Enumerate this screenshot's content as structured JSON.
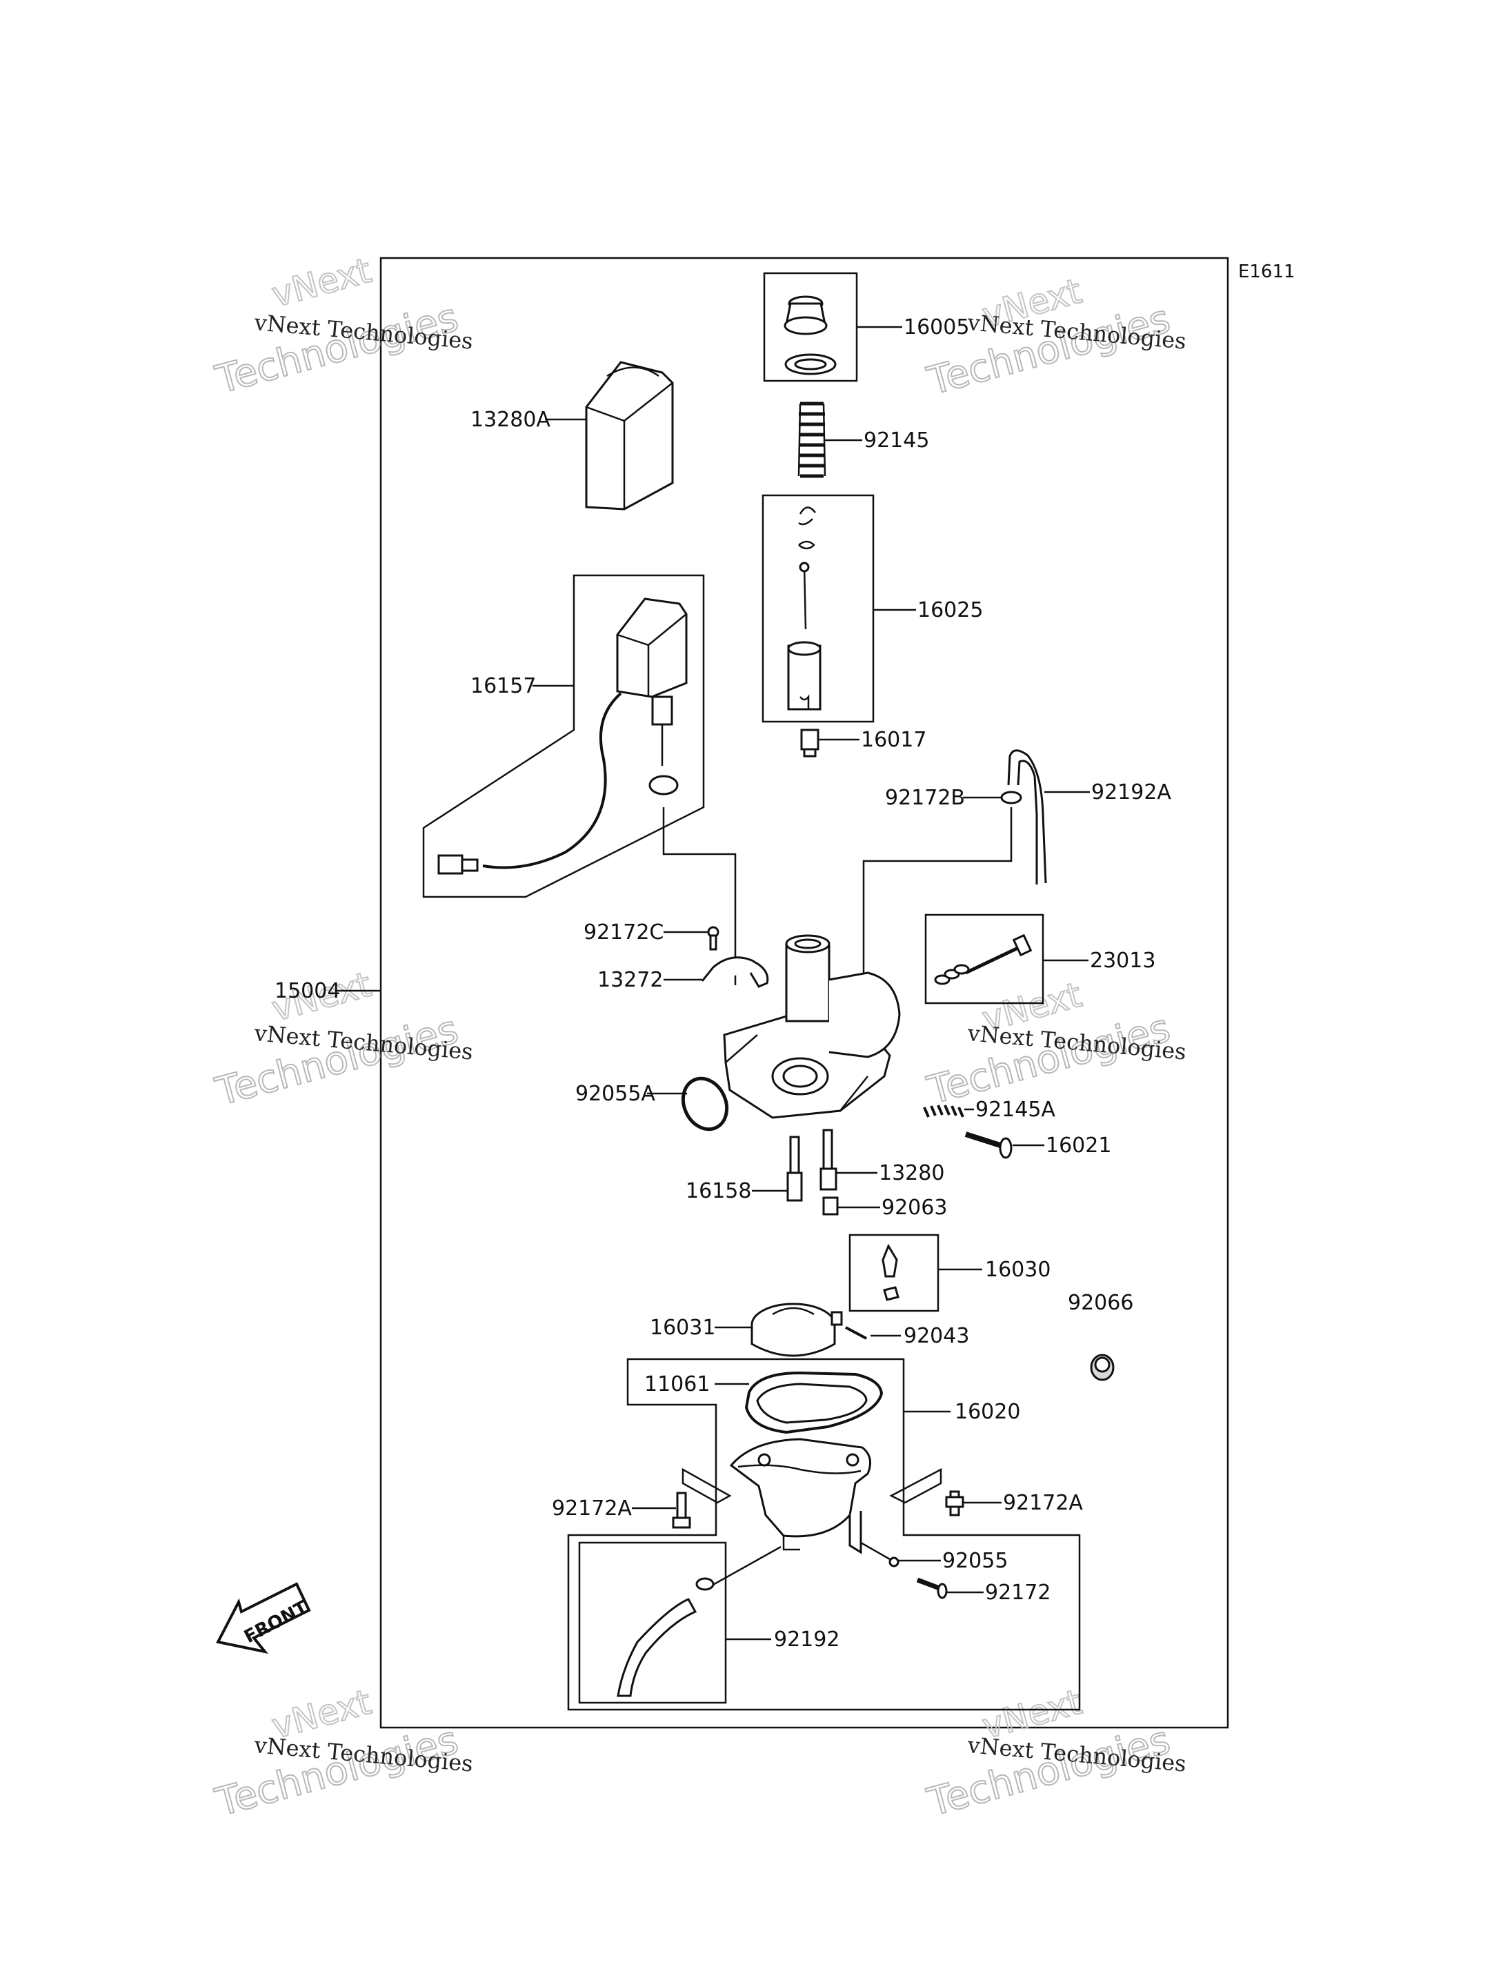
{
  "diagram": {
    "reference_code": "E1611",
    "front_label": "FRONT",
    "watermark": {
      "line1": "vNext Technologies",
      "line2": "Technologies",
      "line3": "vNext"
    },
    "parts": [
      {
        "id": "p16005",
        "number": "16005"
      },
      {
        "id": "p92145",
        "number": "92145"
      },
      {
        "id": "p13280A",
        "number": "13280A"
      },
      {
        "id": "p16025",
        "number": "16025"
      },
      {
        "id": "p16157",
        "number": "16157"
      },
      {
        "id": "p16017",
        "number": "16017"
      },
      {
        "id": "p92172B",
        "number": "92172B"
      },
      {
        "id": "p92192A",
        "number": "92192A"
      },
      {
        "id": "p92172C",
        "number": "92172C"
      },
      {
        "id": "p13272",
        "number": "13272"
      },
      {
        "id": "p15004",
        "number": "15004"
      },
      {
        "id": "p23013",
        "number": "23013"
      },
      {
        "id": "p92055A",
        "number": "92055A"
      },
      {
        "id": "p92145A",
        "number": "92145A"
      },
      {
        "id": "p16021",
        "number": "16021"
      },
      {
        "id": "p13280",
        "number": "13280"
      },
      {
        "id": "p16158",
        "number": "16158"
      },
      {
        "id": "p92063",
        "number": "92063"
      },
      {
        "id": "p16030",
        "number": "16030"
      },
      {
        "id": "p92066",
        "number": "92066"
      },
      {
        "id": "p16031",
        "number": "16031"
      },
      {
        "id": "p92043",
        "number": "92043"
      },
      {
        "id": "p11061",
        "number": "11061"
      },
      {
        "id": "p16020",
        "number": "16020"
      },
      {
        "id": "p92172A_left",
        "number": "92172A"
      },
      {
        "id": "p92172A_right",
        "number": "92172A"
      },
      {
        "id": "p92055",
        "number": "92055"
      },
      {
        "id": "p92172",
        "number": "92172"
      },
      {
        "id": "p92192",
        "number": "92192"
      }
    ]
  }
}
